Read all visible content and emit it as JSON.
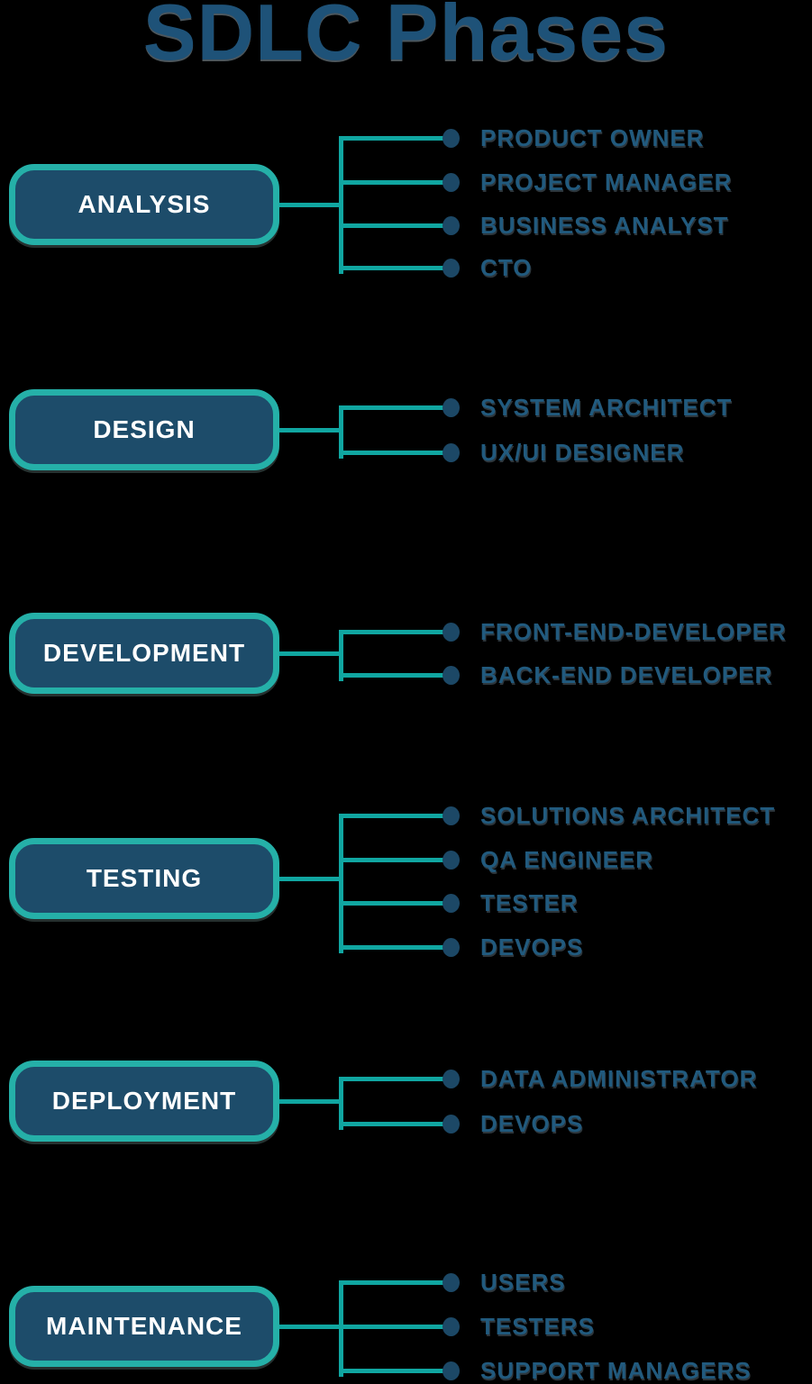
{
  "title": "SDLC Phases",
  "colors": {
    "background": "#000000",
    "title": "#1e5278",
    "box_fill": "#1d4c6a",
    "box_border": "#25b0a8",
    "connector_line": "#10a6a1",
    "bullet": "#1c4866",
    "role_text": "#215a7e",
    "box_text": "#ffffff"
  },
  "sections": [
    {
      "id": "analysis",
      "label": "ANALYSIS",
      "roles": [
        "PRODUCT OWNER",
        "PROJECT MANAGER",
        "BUSINESS ANALYST",
        "CTO"
      ]
    },
    {
      "id": "design",
      "label": "DESIGN",
      "roles": [
        "SYSTEM ARCHITECT",
        "UX/UI DESIGNER"
      ]
    },
    {
      "id": "development",
      "label": "DEVELOPMENT",
      "roles": [
        "FRONT-END-DEVELOPER",
        "BACK-END DEVELOPER"
      ]
    },
    {
      "id": "testing",
      "label": "TESTING",
      "roles": [
        "SOLUTIONS ARCHITECT",
        "QA ENGINEER",
        "TESTER",
        "DEVOPS"
      ]
    },
    {
      "id": "deployment",
      "label": "DEPLOYMENT",
      "roles": [
        "DATA ADMINISTRATOR",
        "DEVOPS"
      ]
    },
    {
      "id": "maintenance",
      "label": "MAINTENANCE",
      "roles": [
        "USERS",
        "TESTERS",
        "SUPPORT MANAGERS"
      ]
    }
  ]
}
